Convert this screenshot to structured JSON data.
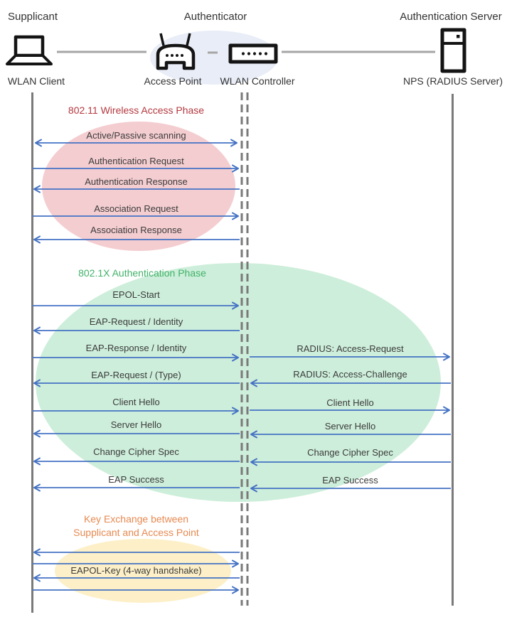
{
  "actors": {
    "roles": {
      "supplicant": "Supplicant",
      "authenticator": "Authenticator",
      "auth_server": "Authentication Server"
    },
    "devices": {
      "wlan_client": "WLAN Client",
      "access_point": "Access Point",
      "wlan_controller": "WLAN Controller",
      "nps": "NPS (RADIUS Server)"
    }
  },
  "phases": {
    "p1": {
      "title": "802.11 Wireless Access Phase"
    },
    "p2": {
      "title": "802.1X Authentication Phase"
    },
    "p3": {
      "title_line1": "Key Exchange between",
      "title_line2": "Supplicant and Access Point"
    }
  },
  "left_messages": [
    "Active/Passive scanning",
    "Authentication Request",
    "Authentication Response",
    "Association Request",
    "Association Response",
    "EPOL-Start",
    "EAP-Request / Identity",
    "EAP-Response / Identity",
    "EAP-Request / (Type)",
    "Client Hello",
    "Server Hello",
    "Change Cipher Spec",
    "EAP Success",
    "EAPOL-Key (4-way handshake)"
  ],
  "right_messages": [
    "RADIUS: Access-Request",
    "RADIUS: Access-Challenge",
    "Client Hello",
    "Server Hello",
    "Change Cipher Spec",
    "EAP Success"
  ],
  "colors": {
    "arrow": "#4472c4",
    "lifeline": "#7a7a7a",
    "connector": "#a6a6a6",
    "phase1_title": "#b4383f",
    "phase2_title": "#41b269",
    "phase3_title": "#e78950",
    "phase1_fill": "#f4cdd0",
    "phase2_fill": "#cdeeda",
    "phase3_fill": "#fdf0c8",
    "authenticator_fill": "#e9edf7"
  }
}
